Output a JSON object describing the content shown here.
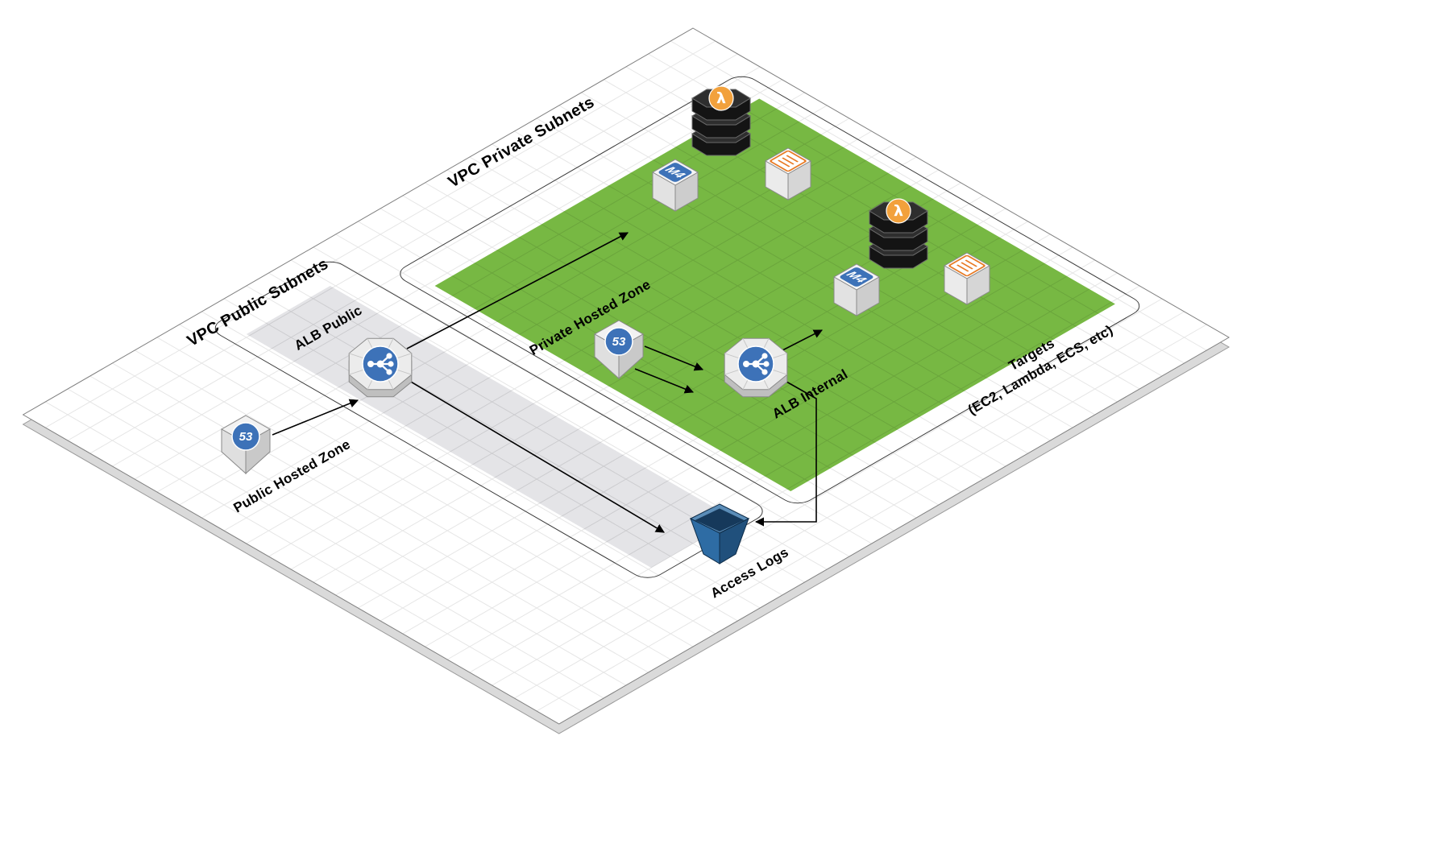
{
  "labels": {
    "vpc_private_subnets": "VPC Private Subnets",
    "vpc_public_subnets": "VPC Public Subnets",
    "alb_public": "ALB Public",
    "alb_internal": "ALB Internal",
    "public_hosted_zone": "Public Hosted Zone",
    "private_hosted_zone": "Private Hosted Zone",
    "access_logs": "Access Logs",
    "targets_line1": "Targets",
    "targets_line2": "(EC2, Lambda, ECS, etc)"
  },
  "icons": {
    "route53_badge": "53",
    "ec2_instance_badge": "M4",
    "lambda_glyph": "λ"
  },
  "colors": {
    "private_subnet_green": "#77B843",
    "public_subnet_gray": "#E4E4E7",
    "aws_blue": "#3D72B8",
    "lambda_orange": "#F2A13C",
    "container_orange": "#E87A24",
    "bucket_blue_light": "#2E6CA4",
    "bucket_blue_dark": "#20507C"
  }
}
